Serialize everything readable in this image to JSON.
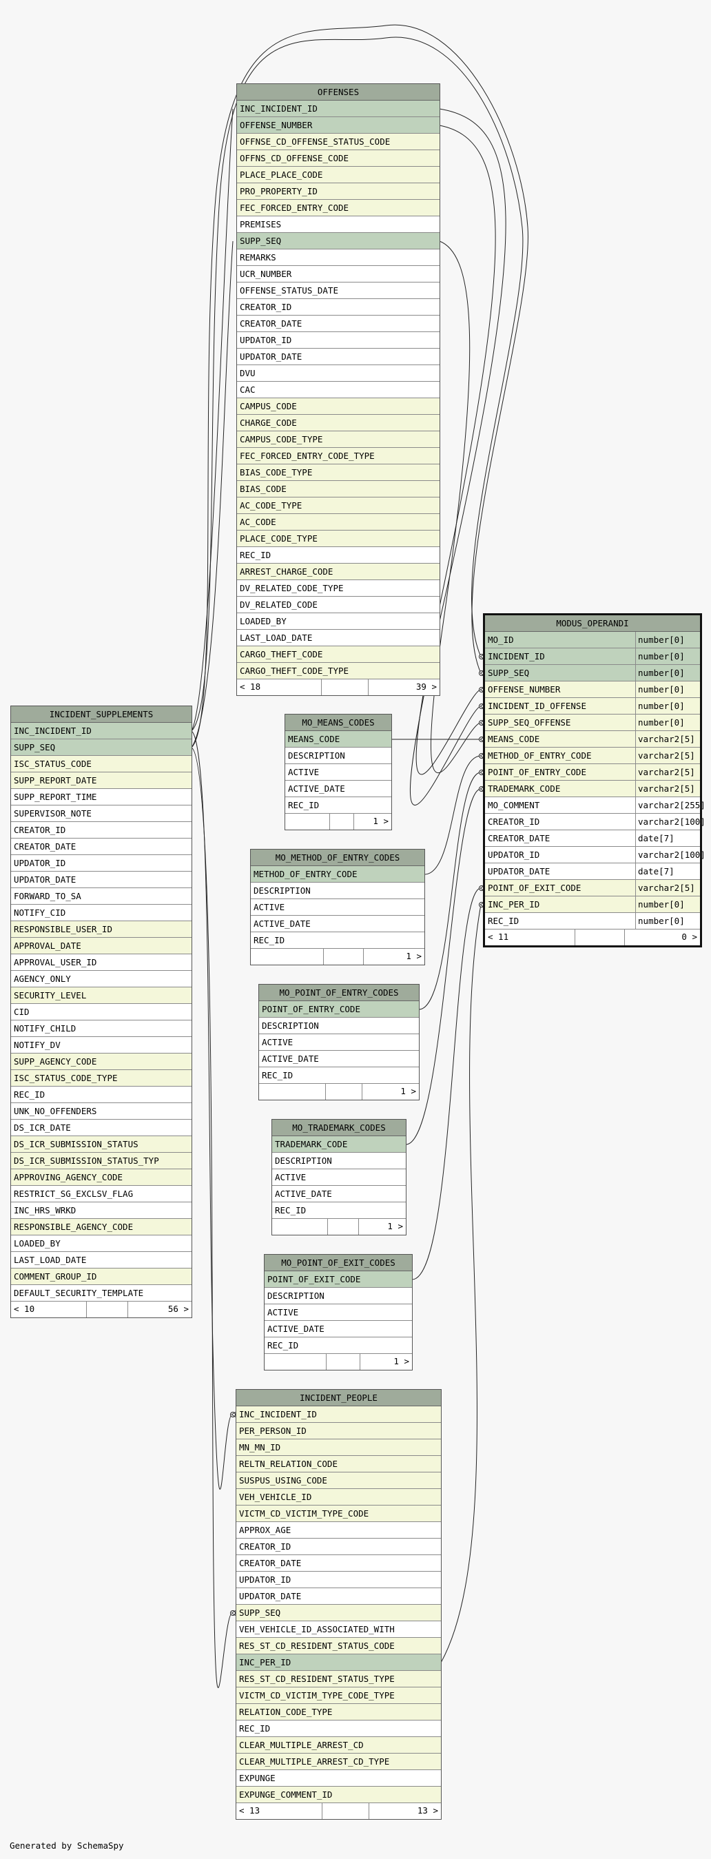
{
  "diagram": {
    "credit": "Generated by SchemaSpy",
    "colors": {
      "title": "#9fab9b",
      "primary_key": "#bfd2bc",
      "foreign_key": "#f4f7da",
      "plain": "#ffffff",
      "line": "#222222"
    },
    "tables": [
      {
        "id": "offenses",
        "name": "OFFENSES",
        "columns": [
          {
            "name": "INC_INCIDENT_ID",
            "kind": "pk"
          },
          {
            "name": "OFFENSE_NUMBER",
            "kind": "pk"
          },
          {
            "name": "OFFNSE_CD_OFFENSE_STATUS_CODE",
            "kind": "fk"
          },
          {
            "name": "OFFNS_CD_OFFENSE_CODE",
            "kind": "fk"
          },
          {
            "name": "PLACE_PLACE_CODE",
            "kind": "fk"
          },
          {
            "name": "PRO_PROPERTY_ID",
            "kind": "fk"
          },
          {
            "name": "FEC_FORCED_ENTRY_CODE",
            "kind": "fk"
          },
          {
            "name": "PREMISES",
            "kind": "plain"
          },
          {
            "name": "SUPP_SEQ",
            "kind": "pk"
          },
          {
            "name": "REMARKS",
            "kind": "plain"
          },
          {
            "name": "UCR_NUMBER",
            "kind": "plain"
          },
          {
            "name": "OFFENSE_STATUS_DATE",
            "kind": "plain"
          },
          {
            "name": "CREATOR_ID",
            "kind": "plain"
          },
          {
            "name": "CREATOR_DATE",
            "kind": "plain"
          },
          {
            "name": "UPDATOR_ID",
            "kind": "plain"
          },
          {
            "name": "UPDATOR_DATE",
            "kind": "plain"
          },
          {
            "name": "DVU",
            "kind": "plain"
          },
          {
            "name": "CAC",
            "kind": "plain"
          },
          {
            "name": "CAMPUS_CODE",
            "kind": "fk"
          },
          {
            "name": "CHARGE_CODE",
            "kind": "fk"
          },
          {
            "name": "CAMPUS_CODE_TYPE",
            "kind": "fk"
          },
          {
            "name": "FEC_FORCED_ENTRY_CODE_TYPE",
            "kind": "fk"
          },
          {
            "name": "BIAS_CODE_TYPE",
            "kind": "fk"
          },
          {
            "name": "BIAS_CODE",
            "kind": "fk"
          },
          {
            "name": "AC_CODE_TYPE",
            "kind": "fk"
          },
          {
            "name": "AC_CODE",
            "kind": "fk"
          },
          {
            "name": "PLACE_CODE_TYPE",
            "kind": "fk"
          },
          {
            "name": "REC_ID",
            "kind": "plain"
          },
          {
            "name": "ARREST_CHARGE_CODE",
            "kind": "fk"
          },
          {
            "name": "DV_RELATED_CODE_TYPE",
            "kind": "plain"
          },
          {
            "name": "DV_RELATED_CODE",
            "kind": "plain"
          },
          {
            "name": "LOADED_BY",
            "kind": "plain"
          },
          {
            "name": "LAST_LOAD_DATE",
            "kind": "plain"
          },
          {
            "name": "CARGO_THEFT_CODE",
            "kind": "fk"
          },
          {
            "name": "CARGO_THEFT_CODE_TYPE",
            "kind": "fk"
          }
        ],
        "footer": {
          "left": "< 18",
          "right": "39 >"
        }
      },
      {
        "id": "modus_operandi",
        "name": "MODUS_OPERANDI",
        "focus": true,
        "columns": [
          {
            "name": "MO_ID",
            "type": "number[0]",
            "kind": "pk"
          },
          {
            "name": "INCIDENT_ID",
            "type": "number[0]",
            "kind": "pk"
          },
          {
            "name": "SUPP_SEQ",
            "type": "number[0]",
            "kind": "pk"
          },
          {
            "name": "OFFENSE_NUMBER",
            "type": "number[0]",
            "kind": "fk"
          },
          {
            "name": "INCIDENT_ID_OFFENSE",
            "type": "number[0]",
            "kind": "fk"
          },
          {
            "name": "SUPP_SEQ_OFFENSE",
            "type": "number[0]",
            "kind": "fk"
          },
          {
            "name": "MEANS_CODE",
            "type": "varchar2[5]",
            "kind": "fk"
          },
          {
            "name": "METHOD_OF_ENTRY_CODE",
            "type": "varchar2[5]",
            "kind": "fk"
          },
          {
            "name": "POINT_OF_ENTRY_CODE",
            "type": "varchar2[5]",
            "kind": "fk"
          },
          {
            "name": "TRADEMARK_CODE",
            "type": "varchar2[5]",
            "kind": "fk"
          },
          {
            "name": "MO_COMMENT",
            "type": "varchar2[255]",
            "kind": "plain"
          },
          {
            "name": "CREATOR_ID",
            "type": "varchar2[100]",
            "kind": "plain"
          },
          {
            "name": "CREATOR_DATE",
            "type": "date[7]",
            "kind": "plain"
          },
          {
            "name": "UPDATOR_ID",
            "type": "varchar2[100]",
            "kind": "plain"
          },
          {
            "name": "UPDATOR_DATE",
            "type": "date[7]",
            "kind": "plain"
          },
          {
            "name": "POINT_OF_EXIT_CODE",
            "type": "varchar2[5]",
            "kind": "fk"
          },
          {
            "name": "INC_PER_ID",
            "type": "number[0]",
            "kind": "fk"
          },
          {
            "name": "REC_ID",
            "type": "number[0]",
            "kind": "plain"
          }
        ],
        "footer": {
          "left": "< 11",
          "right": "0 >"
        }
      },
      {
        "id": "mo_means_codes",
        "name": "MO_MEANS_CODES",
        "columns": [
          {
            "name": "MEANS_CODE",
            "kind": "pk"
          },
          {
            "name": "DESCRIPTION",
            "kind": "plain"
          },
          {
            "name": "ACTIVE",
            "kind": "plain"
          },
          {
            "name": "ACTIVE_DATE",
            "kind": "plain"
          },
          {
            "name": "REC_ID",
            "kind": "plain"
          }
        ],
        "footer": {
          "left": "",
          "right": "1 >"
        }
      },
      {
        "id": "incident_supplements",
        "name": "INCIDENT_SUPPLEMENTS",
        "columns": [
          {
            "name": "INC_INCIDENT_ID",
            "kind": "pk"
          },
          {
            "name": "SUPP_SEQ",
            "kind": "pk"
          },
          {
            "name": "ISC_STATUS_CODE",
            "kind": "fk"
          },
          {
            "name": "SUPP_REPORT_DATE",
            "kind": "fk"
          },
          {
            "name": "SUPP_REPORT_TIME",
            "kind": "plain"
          },
          {
            "name": "SUPERVISOR_NOTE",
            "kind": "plain"
          },
          {
            "name": "CREATOR_ID",
            "kind": "plain"
          },
          {
            "name": "CREATOR_DATE",
            "kind": "plain"
          },
          {
            "name": "UPDATOR_ID",
            "kind": "plain"
          },
          {
            "name": "UPDATOR_DATE",
            "kind": "plain"
          },
          {
            "name": "FORWARD_TO_SA",
            "kind": "plain"
          },
          {
            "name": "NOTIFY_CID",
            "kind": "plain"
          },
          {
            "name": "RESPONSIBLE_USER_ID",
            "kind": "fk"
          },
          {
            "name": "APPROVAL_DATE",
            "kind": "fk"
          },
          {
            "name": "APPROVAL_USER_ID",
            "kind": "plain"
          },
          {
            "name": "AGENCY_ONLY",
            "kind": "plain"
          },
          {
            "name": "SECURITY_LEVEL",
            "kind": "fk"
          },
          {
            "name": "CID",
            "kind": "plain"
          },
          {
            "name": "NOTIFY_CHILD",
            "kind": "plain"
          },
          {
            "name": "NOTIFY_DV",
            "kind": "plain"
          },
          {
            "name": "SUPP_AGENCY_CODE",
            "kind": "fk"
          },
          {
            "name": "ISC_STATUS_CODE_TYPE",
            "kind": "fk"
          },
          {
            "name": "REC_ID",
            "kind": "plain"
          },
          {
            "name": "UNK_NO_OFFENDERS",
            "kind": "plain"
          },
          {
            "name": "DS_ICR_DATE",
            "kind": "plain"
          },
          {
            "name": "DS_ICR_SUBMISSION_STATUS",
            "kind": "fk"
          },
          {
            "name": "DS_ICR_SUBMISSION_STATUS_TYP",
            "kind": "fk"
          },
          {
            "name": "APPROVING_AGENCY_CODE",
            "kind": "fk"
          },
          {
            "name": "RESTRICT_SG_EXCLSV_FLAG",
            "kind": "plain"
          },
          {
            "name": "INC_HRS_WRKD",
            "kind": "plain"
          },
          {
            "name": "RESPONSIBLE_AGENCY_CODE",
            "kind": "fk"
          },
          {
            "name": "LOADED_BY",
            "kind": "plain"
          },
          {
            "name": "LAST_LOAD_DATE",
            "kind": "plain"
          },
          {
            "name": "COMMENT_GROUP_ID",
            "kind": "fk"
          },
          {
            "name": "DEFAULT_SECURITY_TEMPLATE",
            "kind": "plain"
          }
        ],
        "footer": {
          "left": "< 10",
          "right": "56 >"
        }
      },
      {
        "id": "mo_method_of_entry_codes",
        "name": "MO_METHOD_OF_ENTRY_CODES",
        "columns": [
          {
            "name": "METHOD_OF_ENTRY_CODE",
            "kind": "pk"
          },
          {
            "name": "DESCRIPTION",
            "kind": "plain"
          },
          {
            "name": "ACTIVE",
            "kind": "plain"
          },
          {
            "name": "ACTIVE_DATE",
            "kind": "plain"
          },
          {
            "name": "REC_ID",
            "kind": "plain"
          }
        ],
        "footer": {
          "left": "",
          "right": "1 >"
        }
      },
      {
        "id": "mo_point_of_entry_codes",
        "name": "MO_POINT_OF_ENTRY_CODES",
        "columns": [
          {
            "name": "POINT_OF_ENTRY_CODE",
            "kind": "pk"
          },
          {
            "name": "DESCRIPTION",
            "kind": "plain"
          },
          {
            "name": "ACTIVE",
            "kind": "plain"
          },
          {
            "name": "ACTIVE_DATE",
            "kind": "plain"
          },
          {
            "name": "REC_ID",
            "kind": "plain"
          }
        ],
        "footer": {
          "left": "",
          "right": "1 >"
        }
      },
      {
        "id": "mo_trademark_codes",
        "name": "MO_TRADEMARK_CODES",
        "columns": [
          {
            "name": "TRADEMARK_CODE",
            "kind": "pk"
          },
          {
            "name": "DESCRIPTION",
            "kind": "plain"
          },
          {
            "name": "ACTIVE",
            "kind": "plain"
          },
          {
            "name": "ACTIVE_DATE",
            "kind": "plain"
          },
          {
            "name": "REC_ID",
            "kind": "plain"
          }
        ],
        "footer": {
          "left": "",
          "right": "1 >"
        }
      },
      {
        "id": "mo_point_of_exit_codes",
        "name": "MO_POINT_OF_EXIT_CODES",
        "columns": [
          {
            "name": "POINT_OF_EXIT_CODE",
            "kind": "pk"
          },
          {
            "name": "DESCRIPTION",
            "kind": "plain"
          },
          {
            "name": "ACTIVE",
            "kind": "plain"
          },
          {
            "name": "ACTIVE_DATE",
            "kind": "plain"
          },
          {
            "name": "REC_ID",
            "kind": "plain"
          }
        ],
        "footer": {
          "left": "",
          "right": "1 >"
        }
      },
      {
        "id": "incident_people",
        "name": "INCIDENT_PEOPLE",
        "columns": [
          {
            "name": "INC_INCIDENT_ID",
            "kind": "fk"
          },
          {
            "name": "PER_PERSON_ID",
            "kind": "fk"
          },
          {
            "name": "MN_MN_ID",
            "kind": "fk"
          },
          {
            "name": "RELTN_RELATION_CODE",
            "kind": "fk"
          },
          {
            "name": "SUSPUS_USING_CODE",
            "kind": "fk"
          },
          {
            "name": "VEH_VEHICLE_ID",
            "kind": "fk"
          },
          {
            "name": "VICTM_CD_VICTIM_TYPE_CODE",
            "kind": "fk"
          },
          {
            "name": "APPROX_AGE",
            "kind": "plain"
          },
          {
            "name": "CREATOR_ID",
            "kind": "plain"
          },
          {
            "name": "CREATOR_DATE",
            "kind": "plain"
          },
          {
            "name": "UPDATOR_ID",
            "kind": "plain"
          },
          {
            "name": "UPDATOR_DATE",
            "kind": "plain"
          },
          {
            "name": "SUPP_SEQ",
            "kind": "fk"
          },
          {
            "name": "VEH_VEHICLE_ID_ASSOCIATED_WITH",
            "kind": "plain"
          },
          {
            "name": "RES_ST_CD_RESIDENT_STATUS_CODE",
            "kind": "fk"
          },
          {
            "name": "INC_PER_ID",
            "kind": "pk"
          },
          {
            "name": "RES_ST_CD_RESIDENT_STATUS_TYPE",
            "kind": "fk"
          },
          {
            "name": "VICTM_CD_VICTIM_TYPE_CODE_TYPE",
            "kind": "fk"
          },
          {
            "name": "RELATION_CODE_TYPE",
            "kind": "fk"
          },
          {
            "name": "REC_ID",
            "kind": "plain"
          },
          {
            "name": "CLEAR_MULTIPLE_ARREST_CD",
            "kind": "fk"
          },
          {
            "name": "CLEAR_MULTIPLE_ARREST_CD_TYPE",
            "kind": "fk"
          },
          {
            "name": "EXPUNGE",
            "kind": "plain"
          },
          {
            "name": "EXPUNGE_COMMENT_ID",
            "kind": "fk"
          }
        ],
        "footer": {
          "left": "< 13",
          "right": "13 >"
        }
      }
    ]
  }
}
